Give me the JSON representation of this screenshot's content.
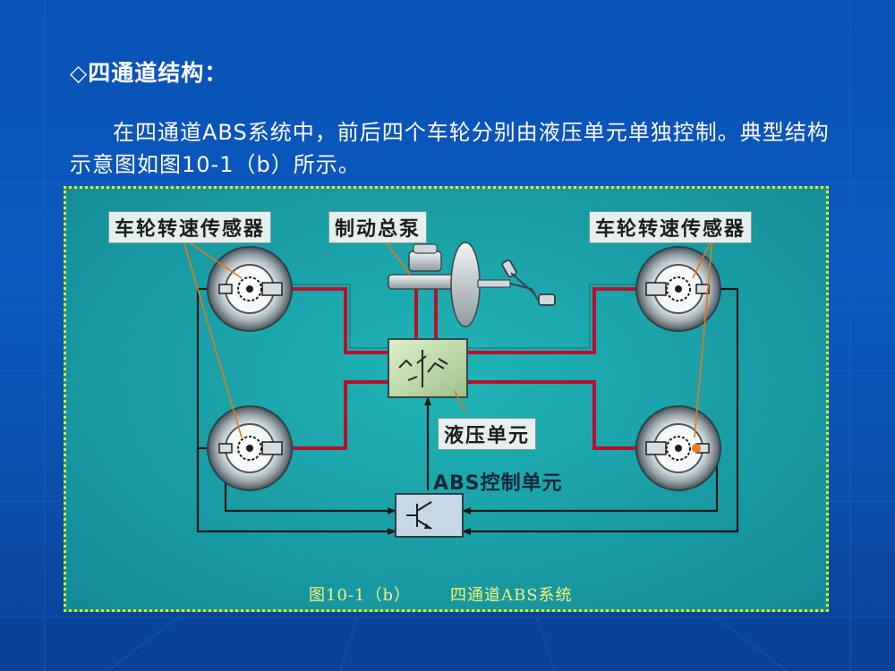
{
  "slide": {
    "heading": "◇四通道结构：",
    "paragraph": "在四通道ABS系统中，前后四个车轮分别由液压单元单独控制。典型结构示意图如图10-1（b）所示。"
  },
  "diagram": {
    "labels": {
      "sensor_left": "车轮转速传感器",
      "master_cylinder": "制动总泵",
      "sensor_right": "车轮转速传感器",
      "hydraulic_unit": "液压单元",
      "abs_control_unit": "ABS控制单元"
    },
    "caption": {
      "figure_number": "图10-1（b）",
      "figure_title": "四通道ABS系统"
    },
    "colors": {
      "panel_border": "#e8f000",
      "brake_line": "#b8102a",
      "signal_line": "#1a1a1a",
      "caption_text": "#f6f37a"
    }
  }
}
